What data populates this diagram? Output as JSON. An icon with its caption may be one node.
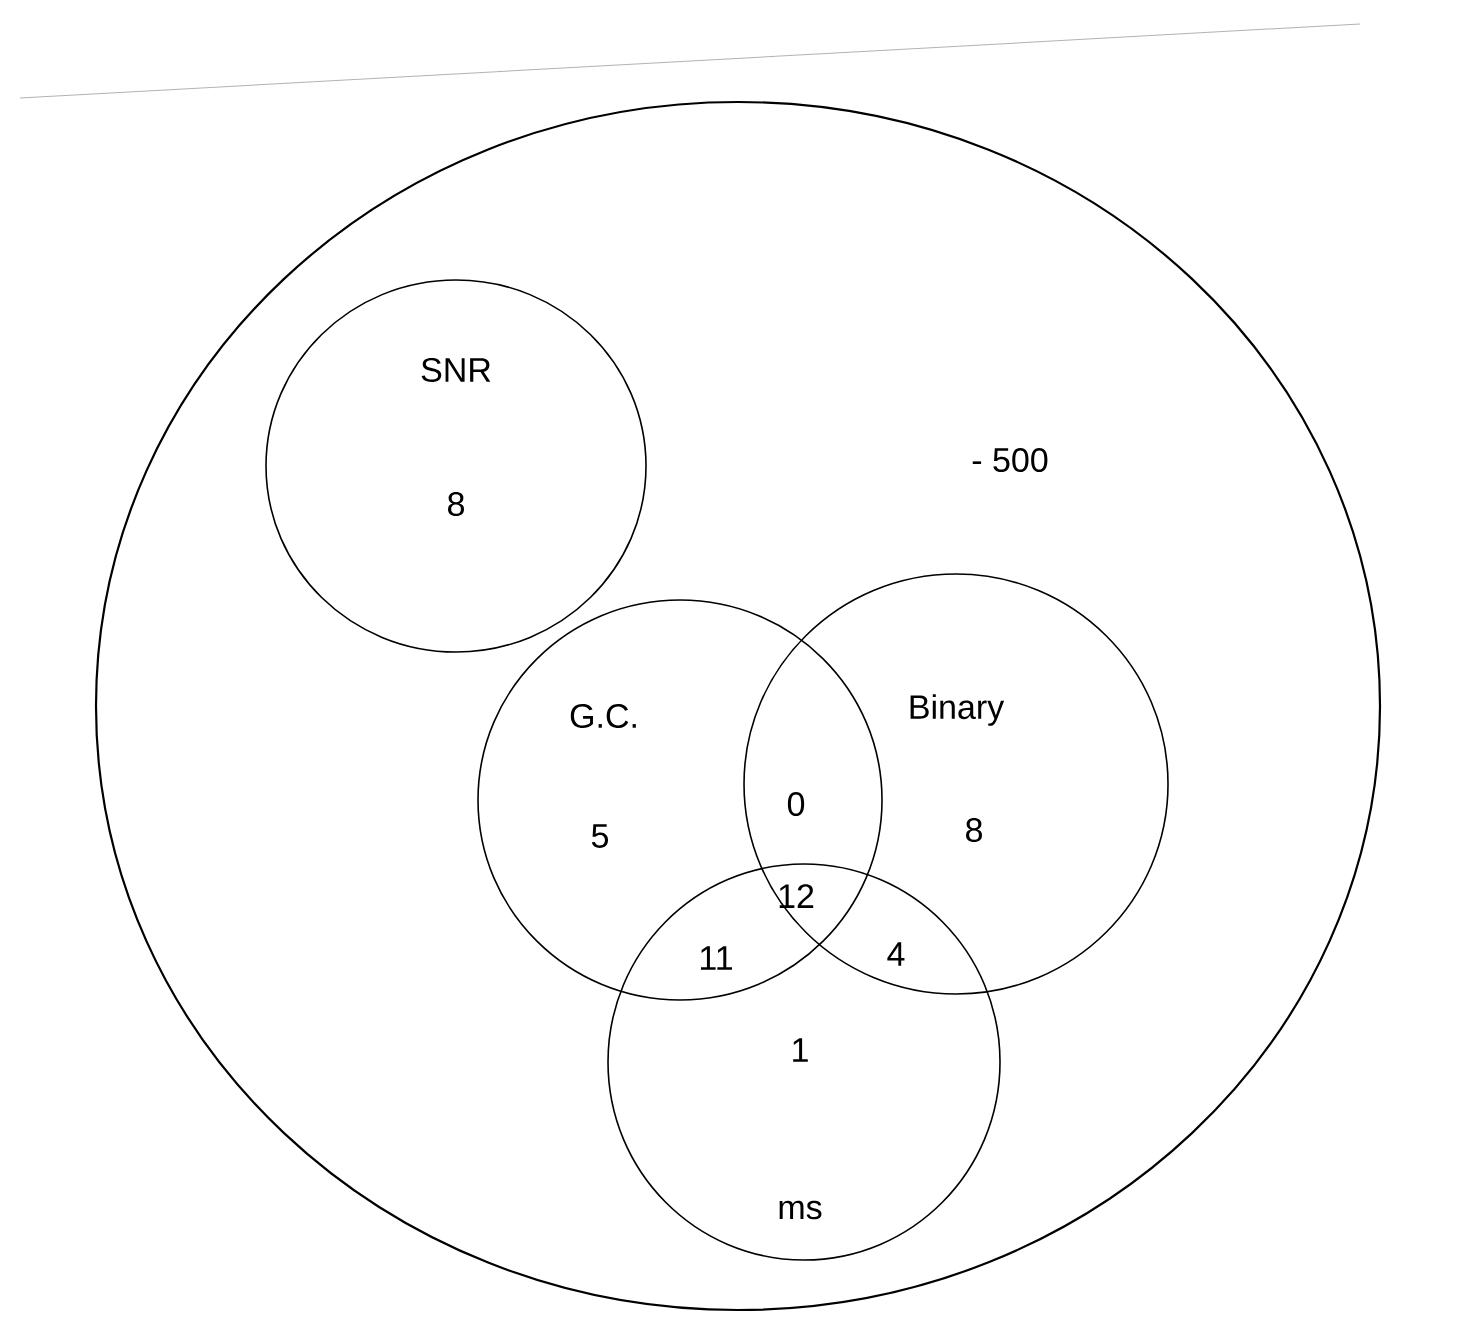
{
  "diagram": {
    "nodes": [
      {
        "text": [
          "- 500"
        ]
      },
      {
        "text": [
          "SNR",
          "8"
        ],
        "in": 0
      },
      {
        "text": [
          "G.C.",
          "5"
        ],
        "in": 0
      },
      {
        "text": [
          "Binary",
          "8"
        ],
        "in": 0
      },
      {
        "text": [
          "1",
          "ms"
        ],
        "in": 0
      }
    ],
    "labels": [
      "0",
      "12",
      "11",
      "4"
    ]
  }
}
